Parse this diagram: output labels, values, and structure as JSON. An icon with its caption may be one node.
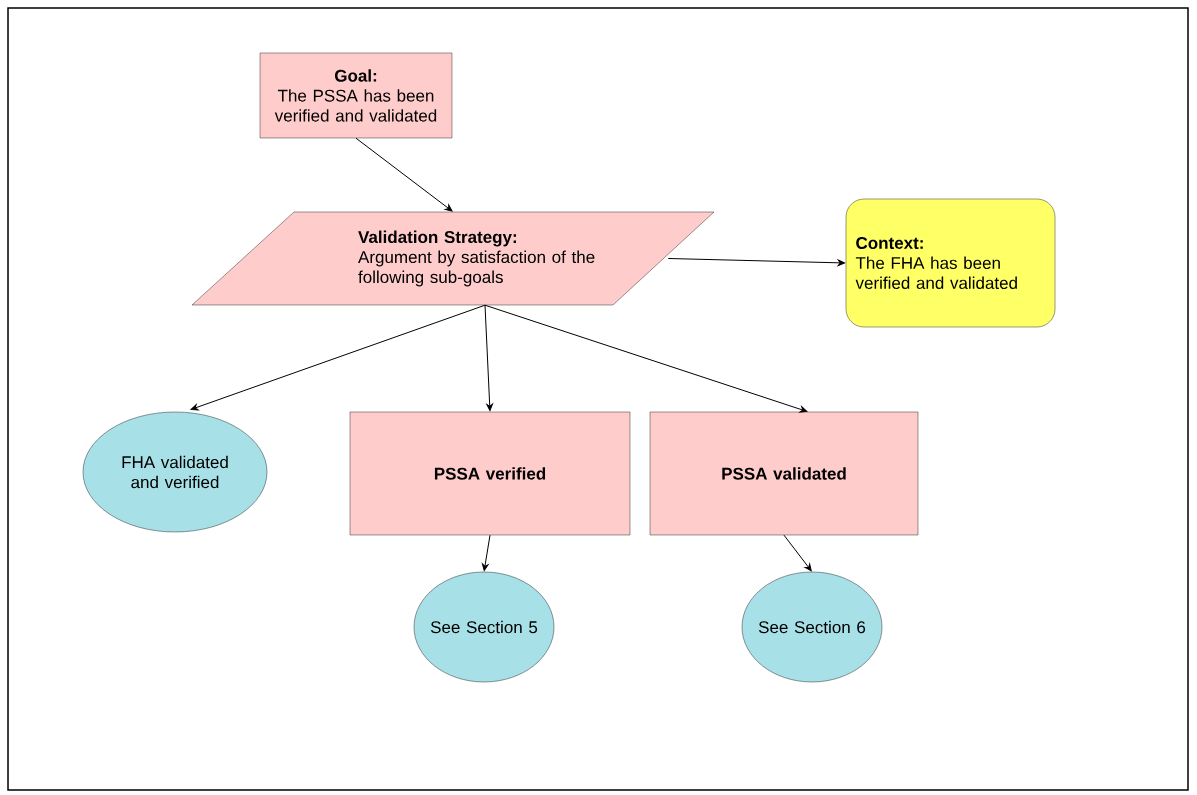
{
  "diagram": {
    "nodes": [
      {
        "text": [
          "Goal:",
          "The PSSA has been verified and validated"
        ]
      },
      {
        "text": [
          "Validation Strategy:",
          "Argument by satisfaction of the following sub-goals"
        ]
      },
      {
        "text": [
          "Context:",
          "The FHA has been verified and validated"
        ]
      },
      {
        "text": [
          "FHA validated and verified"
        ]
      },
      {
        "text": [
          "PSSA verified"
        ]
      },
      {
        "text": [
          "PSSA validated"
        ]
      },
      {
        "text": [
          "See Section 5"
        ]
      },
      {
        "text": [
          "See Section 6"
        ]
      }
    ],
    "edges": [
      {
        "from": 0,
        "to": 1,
        "arrow": "to"
      },
      {
        "from": 1,
        "to": 2,
        "arrow": "to"
      },
      {
        "from": 1,
        "to": 3,
        "arrow": "to"
      },
      {
        "from": 1,
        "to": 4,
        "arrow": "to"
      },
      {
        "from": 1,
        "to": 5,
        "arrow": "to"
      },
      {
        "from": 4,
        "to": 6,
        "arrow": "to"
      },
      {
        "from": 5,
        "to": 7,
        "arrow": "to"
      }
    ]
  }
}
